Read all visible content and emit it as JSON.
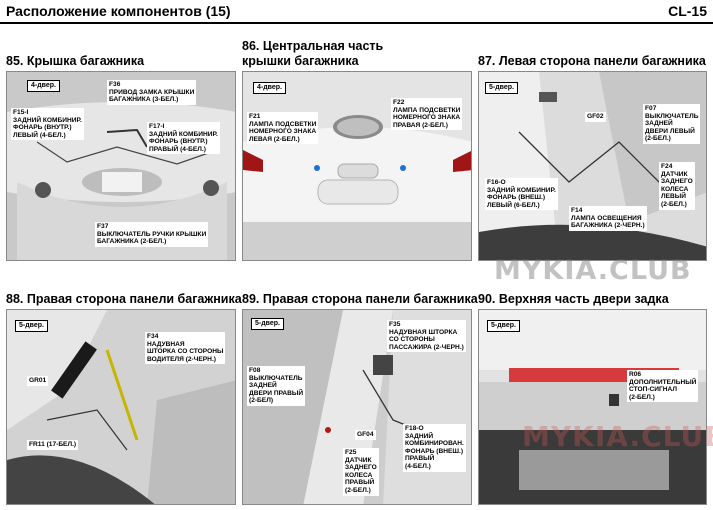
{
  "header": {
    "title": "Расположение компонентов (15)",
    "code": "CL-15"
  },
  "panels": [
    {
      "title": "85. Крышка багажника",
      "tag": "4-двер.",
      "callouts": [
        "F36\nПРИВОД ЗАМКА КРЫШКИ\nБАГАЖНИКА (3-БЕЛ.)",
        "F15-I\nЗАДНИЙ КОМБИНИР.\nФОНАРЬ (ВНУТР.)\nЛЕВЫЙ (4-БЕЛ.)",
        "F17-I\nЗАДНИЙ КОМБИНИР.\nФОНАРЬ (ВНУТР.)\nПРАВЫЙ (4-БЕЛ.)",
        "F37\nВЫКЛЮЧАТЕЛЬ РУЧКИ КРЫШКИ\nБАГАЖНИКА (2-БЕЛ.)"
      ]
    },
    {
      "title_line1": "86. Центральная часть",
      "title_line2": "крышки багажника",
      "tag": "4-двер.",
      "callouts": [
        "F22\nЛАМПА ПОДСВЕТКИ\nНОМЕРНОГО ЗНАКА\nПРАВАЯ (2-БЕЛ.)",
        "F21\nЛАМПА ПОДСВЕТКИ\nНОМЕРНОГО ЗНАКА\nЛЕВАЯ (2-БЕЛ.)"
      ]
    },
    {
      "title": "87. Левая сторона панели багажника",
      "tag": "5-двер.",
      "callouts": [
        "F07\nВЫКЛЮЧАТЕЛЬ\nЗАДНЕЙ\nДВЕРИ ЛЕВЫЙ\n(2-БЕЛ.)",
        "GF02",
        "F24\nДАТЧИК\nЗАДНЕГО\nКОЛЕСА\nЛЕВЫЙ\n(2-БЕЛ.)",
        "F16-O\nЗАДНИЙ КОМБИНИР.\nФОНАРЬ (ВНЕШ.)\nЛЕВЫЙ (6-БЕЛ.)",
        "F14\nЛАМПА ОСВЕЩЕНИЯ\nБАГАЖНИКА (2-ЧЕРН.)"
      ]
    },
    {
      "title": "88. Правая сторона панели багажника",
      "tag": "5-двер.",
      "callouts": [
        "F34\nНАДУВНАЯ\nШТОРКА СО СТОРОНЫ\nВОДИТЕЛЯ (2-ЧЕРН.)",
        "GR01",
        "FR11 (17-БЕЛ.)"
      ]
    },
    {
      "title": "89. Правая сторона панели багажника",
      "tag": "5-двер.",
      "callouts": [
        "F35\nНАДУВНАЯ ШТОРКА\nСО СТОРОНЫ\nПАССАЖИРА (2-ЧЕРН.)",
        "F08\nВЫКЛЮЧАТЕЛЬ\nЗАДНЕЙ\nДВЕРИ ПРАВЫЙ\n(2-БЕЛ)",
        "GF04",
        "F18-O\nЗАДНИЙ\nКОМБИНИРОВАН.\nФОНАРЬ (ВНЕШ.)\nПРАВЫЙ\n(4-БЕЛ.)",
        "F25\nДАТЧИК\nЗАДНЕГО\nКОЛЕСА\nПРАВЫЙ\n(2-БЕЛ.)"
      ]
    },
    {
      "title": "90. Верхняя часть двери задка",
      "tag": "5-двер.",
      "callouts": [
        "R06\nДОПОЛНИТЕЛЬНЫЙ\nСТОП-СИГНАЛ\n(2-БЕЛ.)"
      ]
    }
  ],
  "watermarks": [
    "MYKIA.CLUB",
    "MYKIA.CLUB"
  ]
}
